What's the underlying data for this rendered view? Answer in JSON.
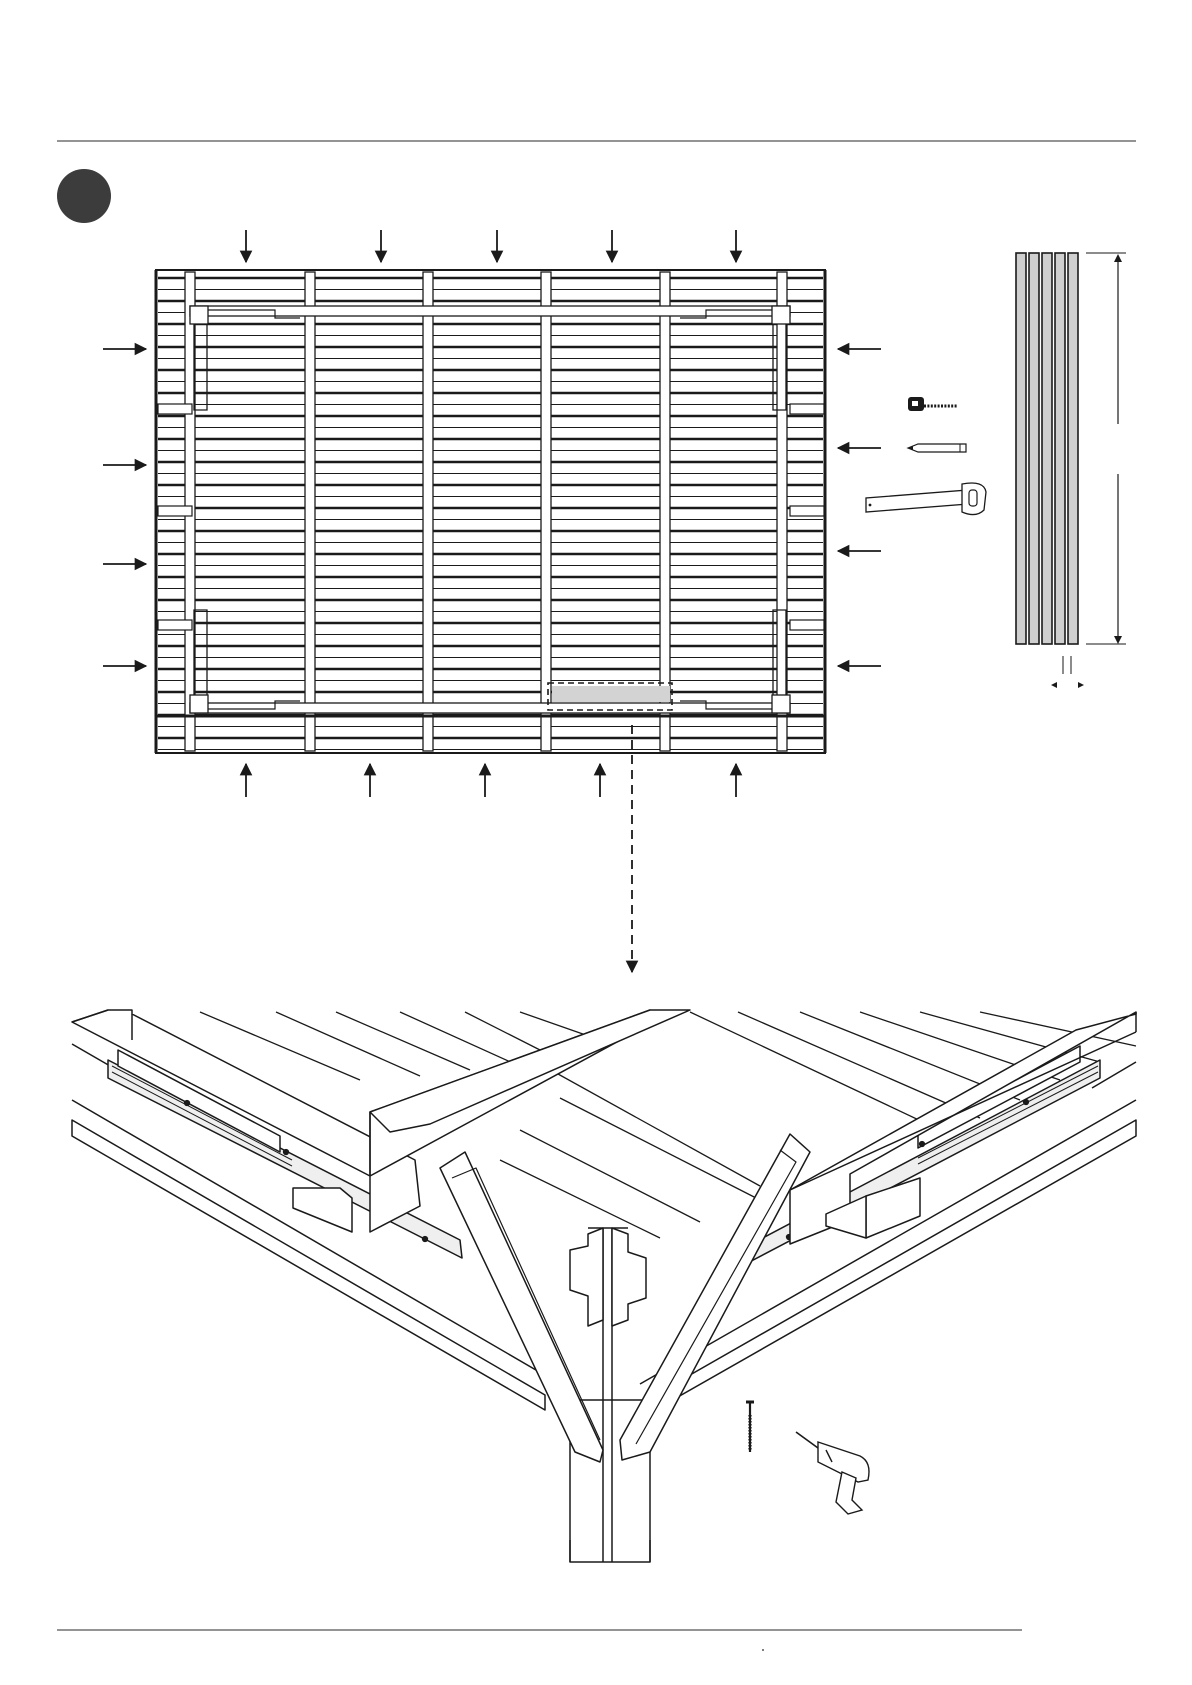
{
  "page": {
    "step_badge": {
      "label": "",
      "color": "#3c3c3c"
    },
    "header_rule": true,
    "footer_rule": true
  },
  "plan_view": {
    "description_text": "",
    "top_arrows": 5,
    "bottom_arrows": 5,
    "left_arrows": 4,
    "right_arrows": 4,
    "detail_highlight_color": "#d3d3d3"
  },
  "tools": {
    "icons": [
      "tape-measure-icon",
      "pencil-icon",
      "hand-saw-icon"
    ]
  },
  "boards": {
    "count": 5,
    "fill_color": "#cfcfcf",
    "length_label": "",
    "width_label": ""
  },
  "detail_view": {
    "fastener_icons": [
      "screw-icon",
      "power-drill-icon"
    ]
  },
  "colors": {
    "line": "#1a1a1a",
    "fill_light": "#f4f4f4",
    "badge": "#3c3c3c"
  }
}
